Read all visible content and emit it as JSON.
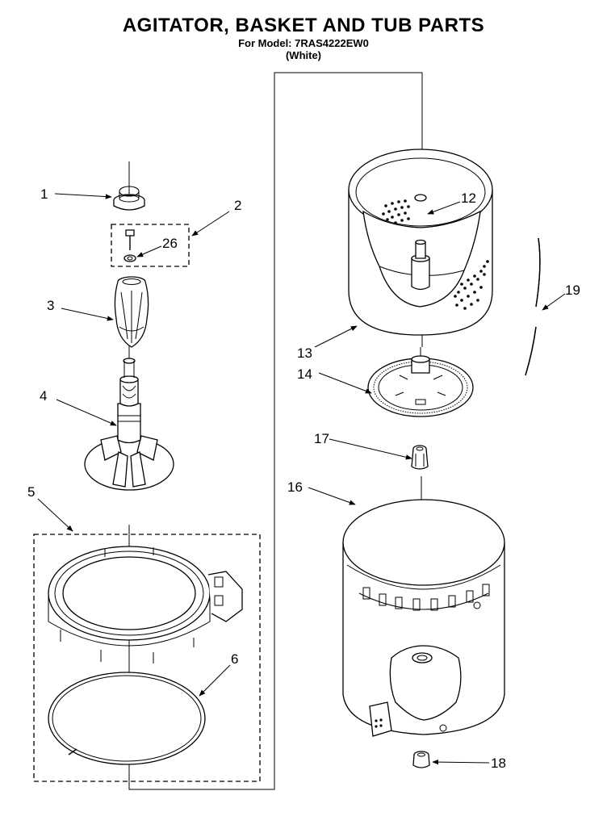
{
  "header": {
    "title": "AGITATOR, BASKET AND TUB PARTS",
    "model_line": "For Model: 7RAS4222EW0",
    "color_line": "(White)"
  },
  "callouts": {
    "c1": "1",
    "c2": "2",
    "c3": "3",
    "c4": "4",
    "c5": "5",
    "c6": "6",
    "c12": "12",
    "c13": "13",
    "c14": "14",
    "c16": "16",
    "c17": "17",
    "c18": "18",
    "c19": "19",
    "c26": "26"
  }
}
